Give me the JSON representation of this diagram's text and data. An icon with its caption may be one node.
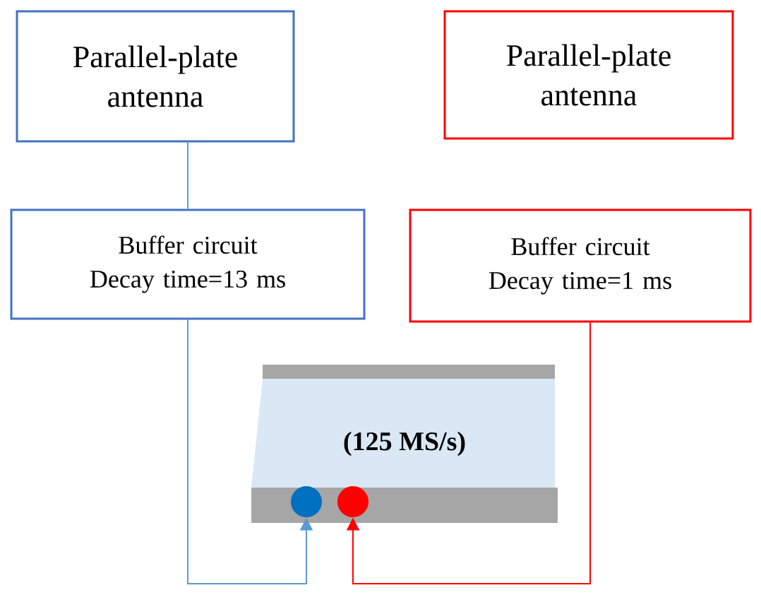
{
  "diagram": {
    "nodes": [
      {
        "text": [
          "Parallel-plate antenna"
        ]
      },
      {
        "text": [
          "Parallel-plate antenna"
        ]
      },
      {
        "text": [
          "Buffer circuit Decay time=13 ms"
        ]
      },
      {
        "text": [
          "Buffer circuit Decay time=1 ms"
        ]
      },
      {
        "text": [
          "(125 MS/s)"
        ]
      },
      {
        "text": [],
        "shape": "circle"
      },
      {
        "text": [],
        "shape": "circle"
      }
    ],
    "edges": [
      {
        "from": 0,
        "to": 2,
        "arrow": "none",
        "color": "#5b9bd5"
      },
      {
        "from": 2,
        "to": 5,
        "arrow": "to",
        "color": "#5b9bd5"
      },
      {
        "from": 3,
        "to": 6,
        "arrow": "to",
        "color": "#ff0000"
      }
    ]
  }
}
